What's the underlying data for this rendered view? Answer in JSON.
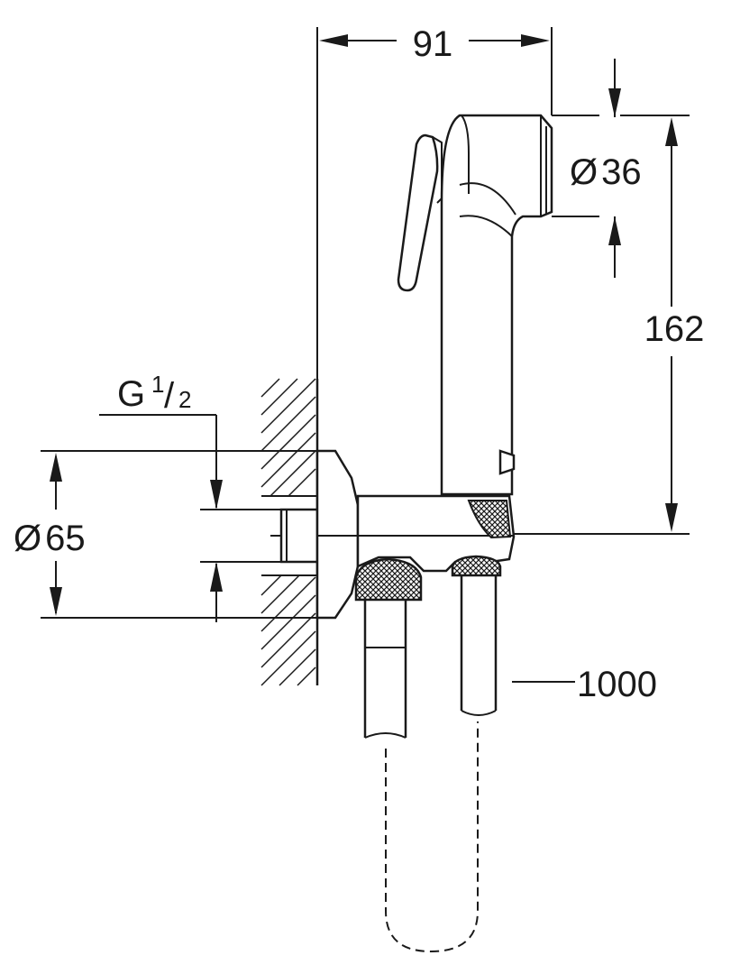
{
  "dimensions": {
    "width_label": "91",
    "spray_diameter_symbol": "Ø",
    "spray_diameter_value": "36",
    "height_label": "162",
    "thread_main": "G",
    "thread_num": "1",
    "thread_sep": "/",
    "thread_den": "2",
    "rosette_diameter_symbol": "Ø",
    "rosette_diameter_value": "65",
    "hose_length_label": "1000"
  },
  "colors": {
    "line": "#1a1a1a",
    "background": "#ffffff"
  }
}
